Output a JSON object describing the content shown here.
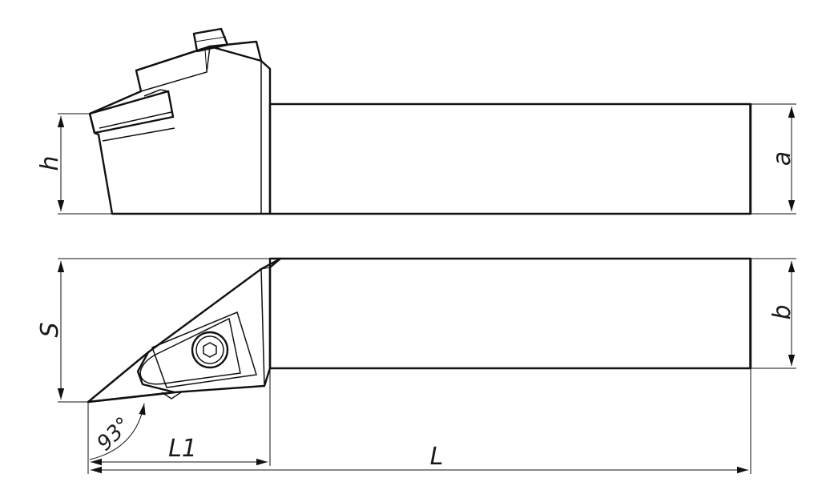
{
  "labels": {
    "h": "h",
    "a": "a",
    "s": "S",
    "b": "b",
    "l1": "L1",
    "l": "L",
    "angle": "93°"
  },
  "colors": {
    "line": "#111111",
    "background": "#ffffff"
  }
}
